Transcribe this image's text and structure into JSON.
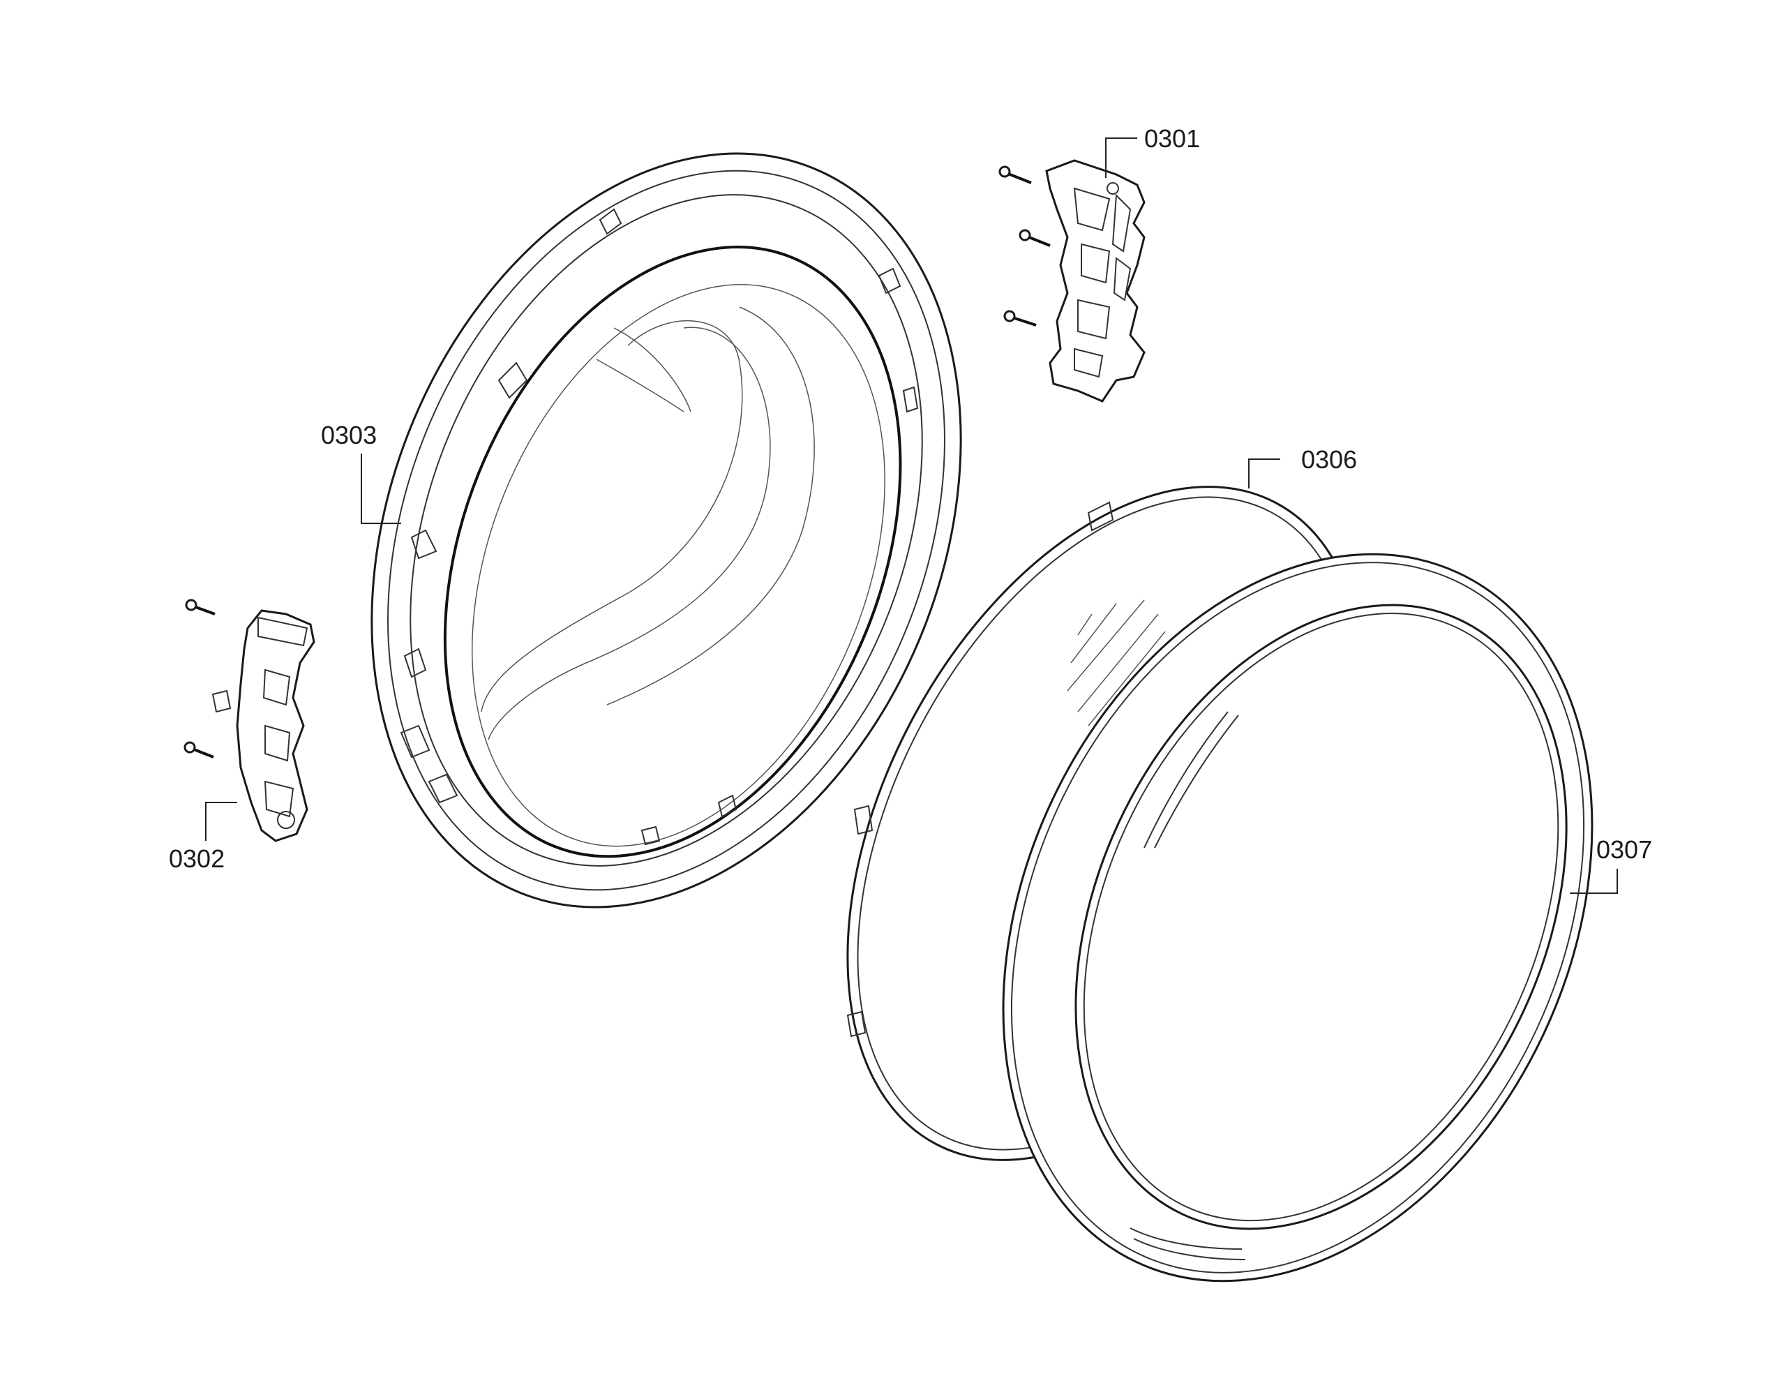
{
  "diagram": {
    "parts": [
      {
        "id": "0301",
        "label": "0301"
      },
      {
        "id": "0302",
        "label": "0302"
      },
      {
        "id": "0303",
        "label": "0303"
      },
      {
        "id": "0306",
        "label": "0306"
      },
      {
        "id": "0307",
        "label": "0307"
      }
    ],
    "colors": {
      "line": "#1a1a1a",
      "background": "#ffffff"
    }
  }
}
